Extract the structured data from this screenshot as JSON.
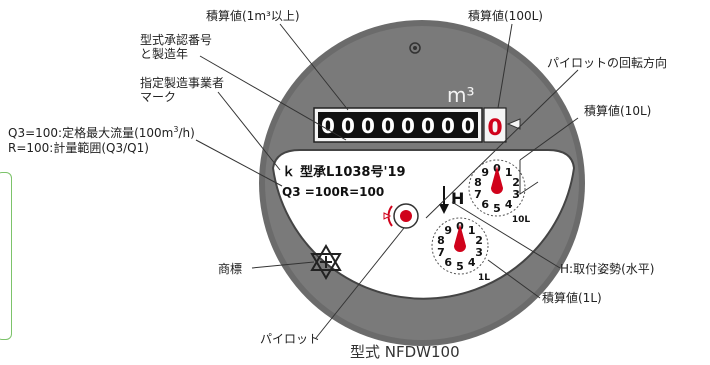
{
  "labels": {
    "cumulative_1m3": "積算値(1m³以上)",
    "cumulative_100L": "積算値(100L)",
    "type_approval_line1": "型式承認番号",
    "type_approval_line2": "と製造年",
    "pilot_direction": "パイロットの回転方向",
    "maker_mark_line1": "指定製造事業者",
    "maker_mark_line2": "マーク",
    "cumulative_10L": "積算値(10L)",
    "q3_pre": "Q3=100:定格最大流量(100m",
    "q3_sup": "3",
    "q3_post": "/h)",
    "r_line": "R=100:計量範囲(Q3/Q1)",
    "trademark": "商標",
    "mounting": "H:取付姿勢(水平)",
    "cumulative_1L": "積算値(1L)",
    "pilot": "パイロット",
    "model": "型式 NFDW100"
  },
  "meter": {
    "unit": "m³",
    "counter_digits": [
      "0",
      "0",
      "0",
      "0",
      "0",
      "0",
      "0",
      "0"
    ],
    "red_digit": "0",
    "approval_code": "型承L1038号'19",
    "q3_value": "Q3 =100R=100",
    "h_mark": "H",
    "dial_10L_label": "10L",
    "dial_1L_label": "1L",
    "dial_numbers": [
      "1",
      "2",
      "3",
      "4",
      "5",
      "6",
      "7",
      "8",
      "9",
      "0"
    ]
  },
  "colors": {
    "meter_body": "#6b6b6b",
    "counter_bg": "#111111",
    "accent_red": "#d0021b",
    "frame_green": "#7cc36a"
  }
}
